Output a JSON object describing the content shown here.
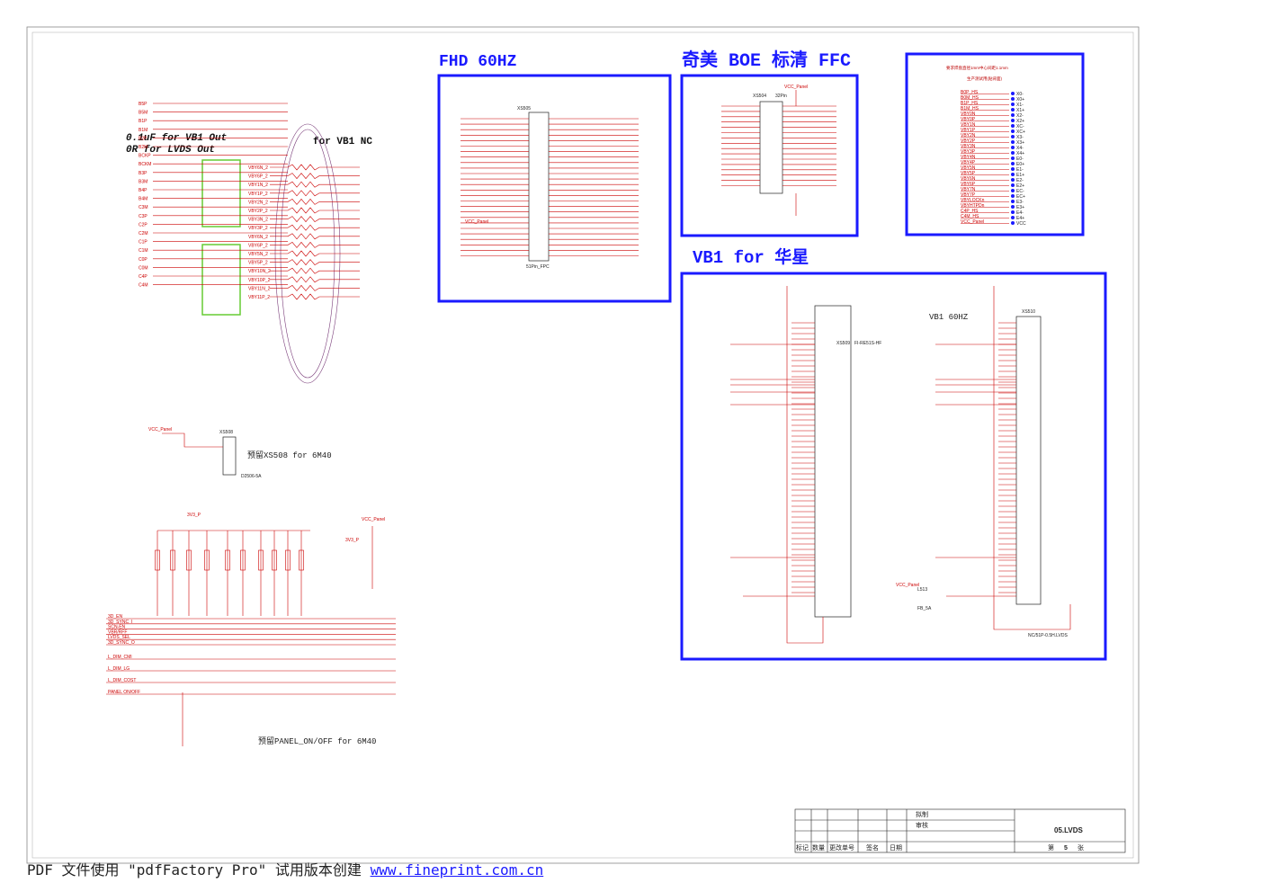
{
  "headings": {
    "fhd": "FHD 60HZ",
    "boe": "奇美 BOE 标清 FFC",
    "vb1_hx": "VB1 for 华星",
    "vb1_nc": "for VB1 NC",
    "vb1_60": "VB1 60HZ"
  },
  "notes": {
    "cap_line1": "0.1uF for VB1 Out",
    "cap_line2": "0R for LVDS Out",
    "xs508": "预留XS508 for 6M40",
    "panel_onoff": "预留PANEL_ON/OFF for 6M40",
    "side_box1": "要求焊盘直径1mm中心间距1.1mm",
    "side_box2": "生产测试用(贴背面)"
  },
  "connectors": {
    "xs505": "XS505",
    "xs505_type": "51Pin_FPC",
    "xs504": "XS504",
    "xs504_pins": "32Pin",
    "xs508": "XS508",
    "xs508_type": "D2506-5A",
    "xs509": "XS509",
    "xs509_type": "FI-RE51S-HF",
    "xs510": "XS510",
    "xs510_type": "NC/51P-0.5H.LVDS",
    "l513": "L513",
    "l513_type": "FB_5A"
  },
  "power": {
    "vcc_panel": "VCC_Panel",
    "v3p3": "3V3_P"
  },
  "left_signals": [
    "B5P",
    "B5M",
    "B1P",
    "B1M",
    "B2P",
    "B2M",
    "BCKP",
    "BCKM",
    "B3P",
    "B3M",
    "B4P",
    "B4M",
    "C3M",
    "C3P",
    "C2P",
    "C2M",
    "C1P",
    "C1M",
    "C0P",
    "C0M",
    "C4P",
    "C4M"
  ],
  "vby_nets": [
    "VBY6N_2",
    "VBY6P_2",
    "VBY1N_2",
    "VBY1P_2",
    "VBY2N_2",
    "VBY2P_2",
    "VBY3N_2",
    "VBY3P_2",
    "VBY6N_2",
    "VBY6P_2",
    "VBY5N_2",
    "VBY5P_2",
    "VBY10N_2",
    "VBY10P_2",
    "VBY11N_2",
    "VBY11P_2"
  ],
  "test_pads": [
    "X0-",
    "X0+",
    "X1-",
    "X1+",
    "X2-",
    "X2+",
    "XC-",
    "XC+",
    "X3-",
    "X3+",
    "X4-",
    "X4+",
    "E0-",
    "E0+",
    "E1-",
    "E1+",
    "E2-",
    "E2+",
    "EC-",
    "EC+",
    "E3-",
    "E3+",
    "E4-",
    "E4+",
    "VCC"
  ],
  "test_nets": [
    "B0P_HS",
    "B0M_HS",
    "B1P_HS",
    "B1M_HS",
    "VBY0N",
    "VBY0P",
    "VBY1N",
    "VBY1P",
    "VBY2N",
    "VBY2P",
    "VBY3N",
    "VBY3P",
    "VBY4N",
    "VBY4P",
    "VBY5N",
    "VBY5P",
    "VBY6N",
    "VBY6P",
    "VBY7N",
    "VBY7P",
    "VBYLOCKn",
    "VBYHTPDn",
    "C4P_HS",
    "C4M_HS",
    "VCC_Panel"
  ],
  "bottom_nets": [
    "3D_EN",
    "3D_SYNC_I",
    "SCN-EN",
    "VBR/RFF",
    "LVDS_SEL",
    "3D_SYNC_O",
    "L_DIM_CMI",
    "L_DIM_LG",
    "L_DIM_COST",
    "PANEL ON/OFF"
  ],
  "title_block": {
    "drawn": "拟制",
    "review": "审核",
    "doc": "05.LVDS",
    "sheet_prefix": "第",
    "sheet_no": "5",
    "sheet_suffix": "张",
    "cols": [
      "标记",
      "数量",
      "更改单号",
      "签名",
      "日期"
    ]
  },
  "footer": {
    "text": "PDF 文件使用 \"pdfFactory Pro\" 试用版本创建 ",
    "url": "www.fineprint.com.cn"
  },
  "colors": {
    "wire": "#cc0000",
    "frame": "#1a1aff",
    "highlight": "#66cc33"
  }
}
